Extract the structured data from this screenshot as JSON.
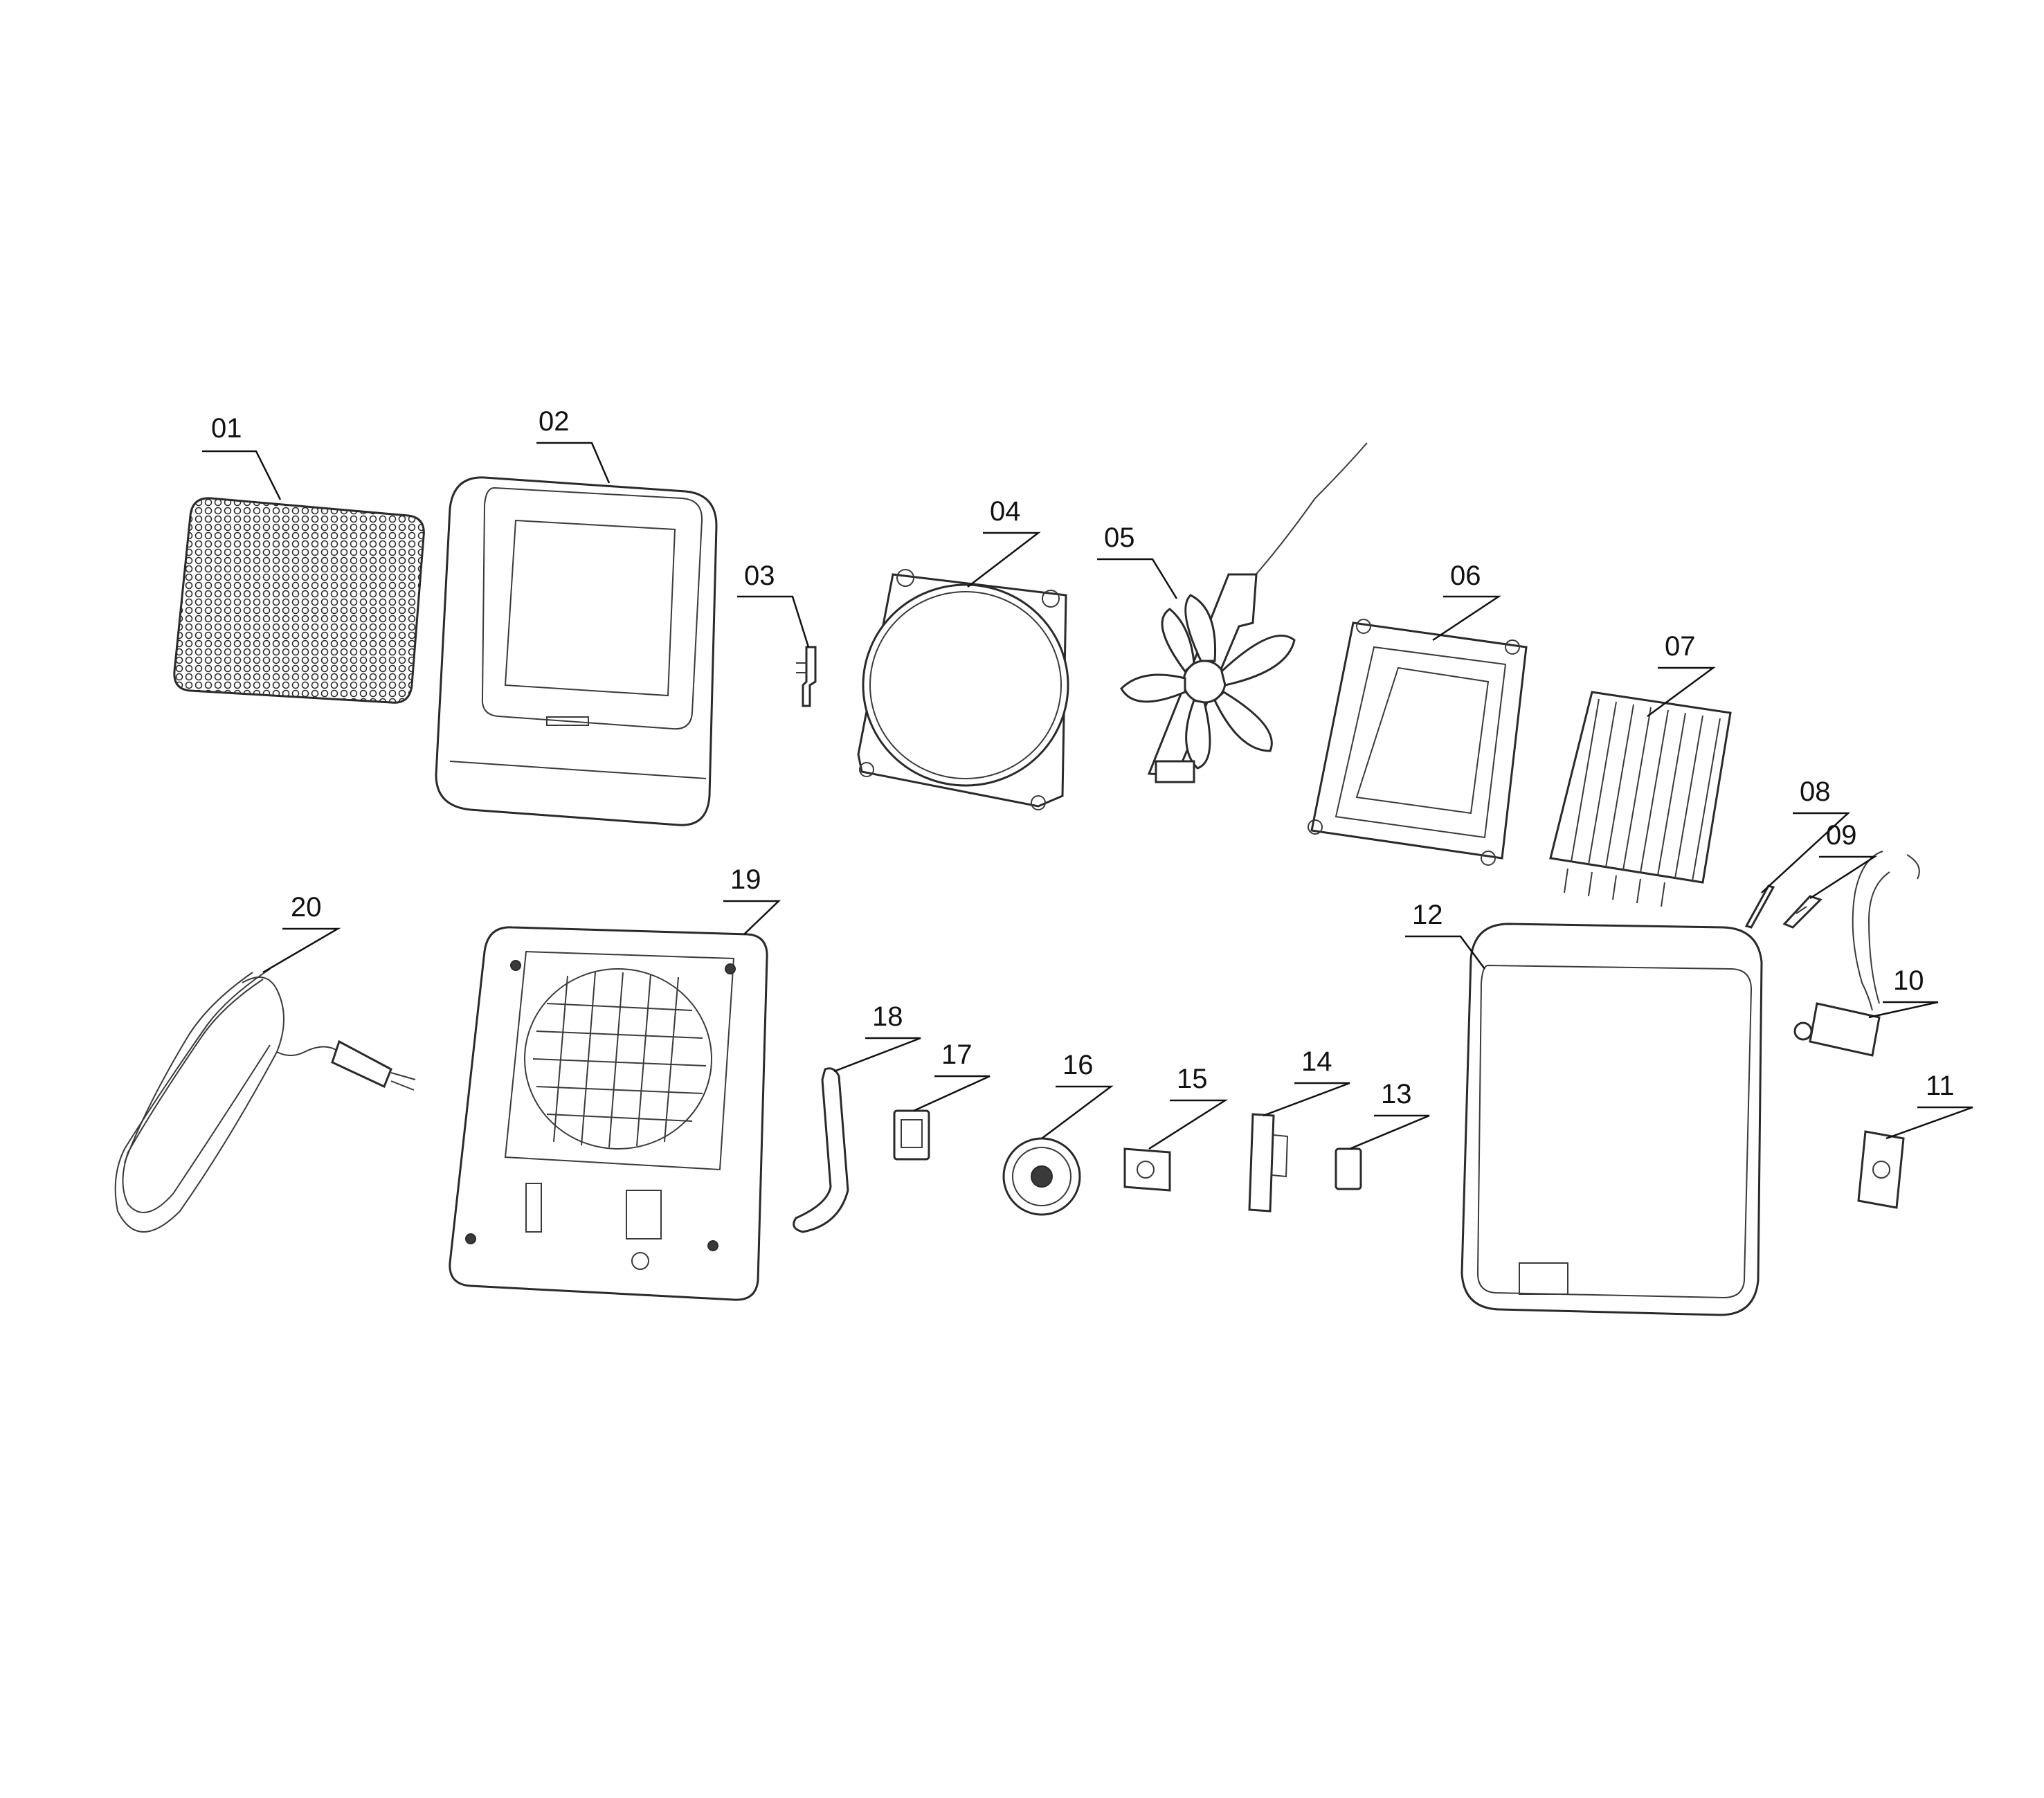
{
  "diagram": {
    "callouts": [
      {
        "id": "01",
        "label": "01"
      },
      {
        "id": "02",
        "label": "02"
      },
      {
        "id": "03",
        "label": "03"
      },
      {
        "id": "04",
        "label": "04"
      },
      {
        "id": "05",
        "label": "05"
      },
      {
        "id": "06",
        "label": "06"
      },
      {
        "id": "07",
        "label": "07"
      },
      {
        "id": "08",
        "label": "08"
      },
      {
        "id": "09",
        "label": "09"
      },
      {
        "id": "10",
        "label": "10"
      },
      {
        "id": "11",
        "label": "11"
      },
      {
        "id": "12",
        "label": "12"
      },
      {
        "id": "13",
        "label": "13"
      },
      {
        "id": "14",
        "label": "14"
      },
      {
        "id": "15",
        "label": "15"
      },
      {
        "id": "16",
        "label": "16"
      },
      {
        "id": "17",
        "label": "17"
      },
      {
        "id": "18",
        "label": "18"
      },
      {
        "id": "19",
        "label": "19"
      },
      {
        "id": "20",
        "label": "20"
      }
    ]
  }
}
